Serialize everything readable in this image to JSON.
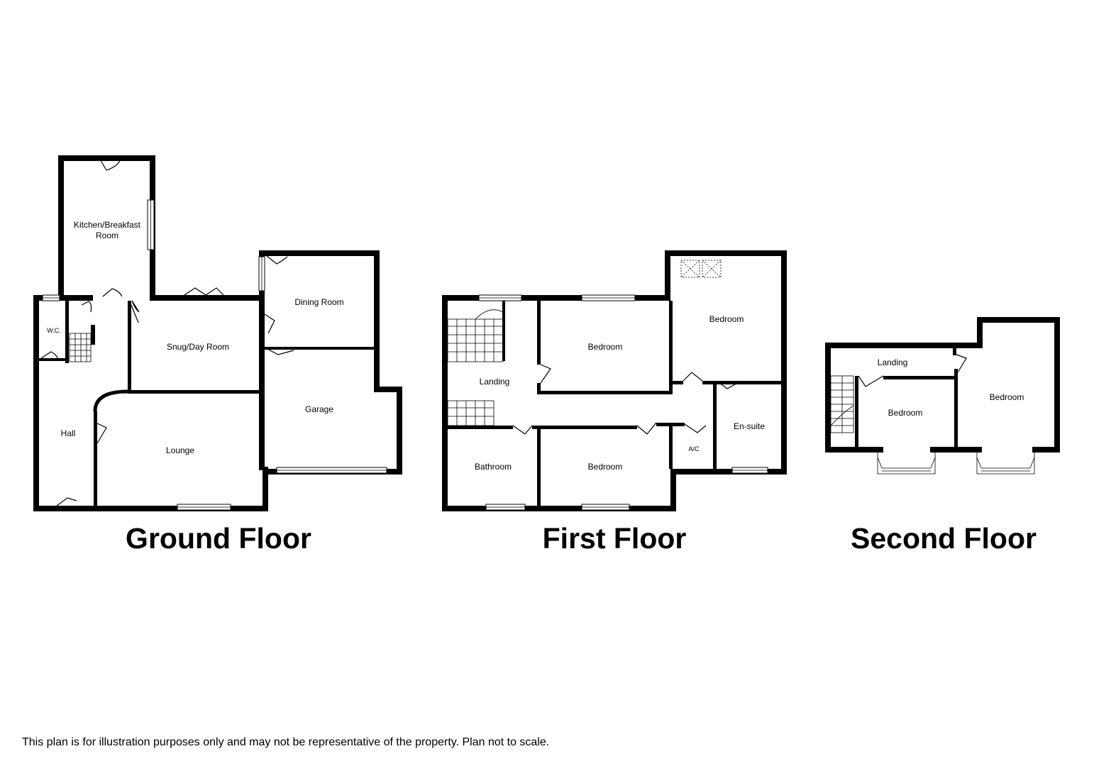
{
  "ground_floor": {
    "title": "Ground Floor",
    "rooms": {
      "kitchen_line1": "Kitchen/Breakfast",
      "kitchen_line2": "Room",
      "wc": "W.C.",
      "snug": "Snug/Day Room",
      "dining": "Dining Room",
      "hall": "Hall",
      "lounge": "Lounge",
      "garage": "Garage"
    }
  },
  "first_floor": {
    "title": "First Floor",
    "rooms": {
      "landing": "Landing",
      "bedroom_a": "Bedroom",
      "bedroom_b": "Bedroom",
      "bedroom_c": "Bedroom",
      "bathroom": "Bathroom",
      "ensuite": "En-suite",
      "ac": "A/C"
    }
  },
  "second_floor": {
    "title": "Second Floor",
    "rooms": {
      "landing": "Landing",
      "bedroom_a": "Bedroom",
      "bedroom_b": "Bedroom"
    }
  },
  "disclaimer": "This plan is for illustration purposes only and may not be representative of the property. Plan not to scale."
}
